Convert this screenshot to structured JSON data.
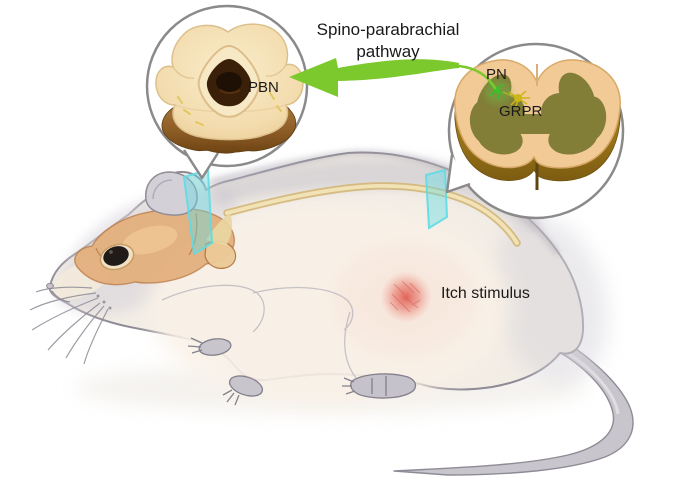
{
  "figure": {
    "pathway_label": {
      "line1": "Spino-parabrachial",
      "line2": "pathway"
    },
    "labels": {
      "pbn": "PBN",
      "pn": "PN",
      "grpr": "GRPR",
      "itch_stimulus": "Itch stimulus"
    },
    "colors": {
      "arrow_green": "#7cc92d",
      "neuron_pn_green": "#3dbe2b",
      "neuron_grpr_yellow": "#c9b818",
      "section_plane_cyan": "#5fdbe4",
      "callout_stroke": "#8a8a8a",
      "spinal_gray_matter": "#827e38",
      "spinal_white_matter": "#f2ca96",
      "spinal_rim_gold": "#a98428",
      "pbn_cream": "#f5e2ba",
      "pbn_rim_brown": "#96672f",
      "pbn_center_dark": "#3a2008",
      "mouse_body": "#f2ede5",
      "mouse_outline": "#8e8a95",
      "brain_tan": "#e3af7d",
      "spinal_cord_tan": "#e9d6a2",
      "itch_red": "#dc5a50",
      "label_text": "#1a1a1a"
    }
  }
}
